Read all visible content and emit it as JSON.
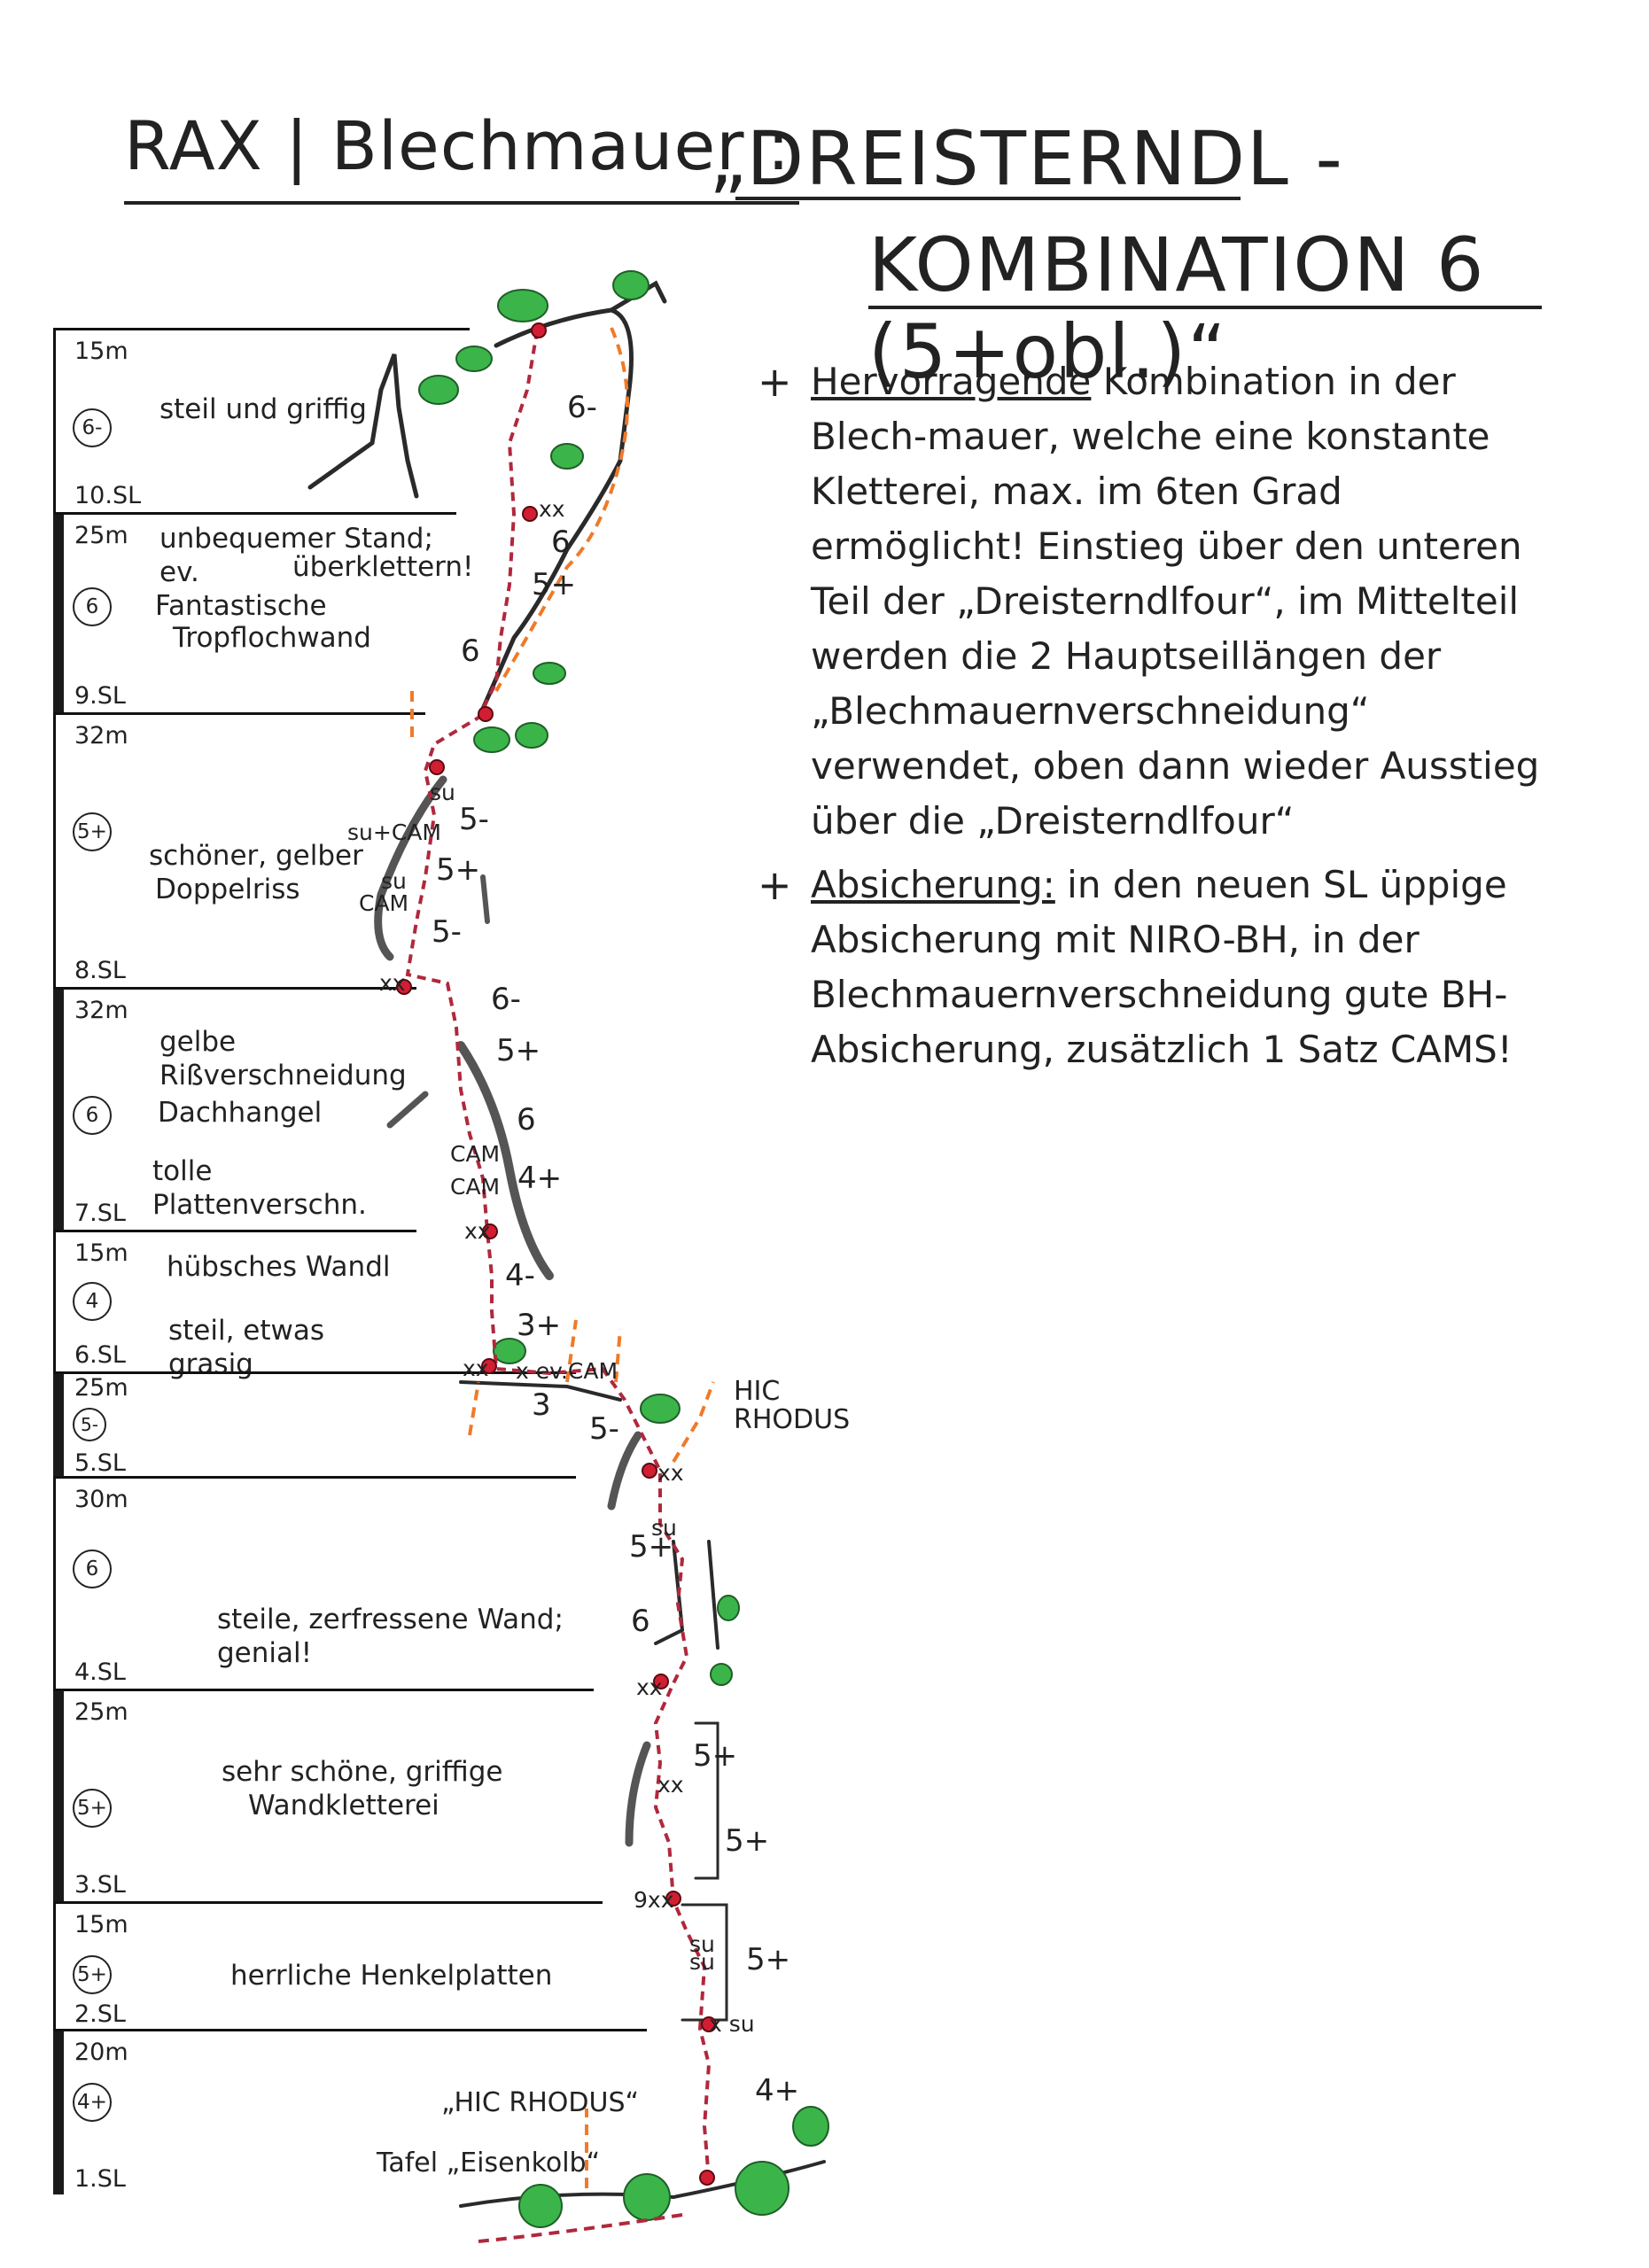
{
  "header": {
    "location": "RAX | Blechmauer :",
    "title_line1": "„DREISTERNDL -",
    "title_line2": "KOMBINATION 6 (5+obl.)“"
  },
  "notes": [
    {
      "bullet": "+",
      "key": "Hervorragende",
      "text": " Kombination in der Blech-mauer, welche eine konstante Kletterei, max. im 6ten Grad ermöglicht! Einstieg über den unteren Teil der „Dreisterndlfour“, im Mittelteil werden die 2 Hauptseillängen der „Blechmauernverschneidung“ verwendet, oben dann wieder Ausstieg über die „Dreisterndlfour“"
    },
    {
      "bullet": "+",
      "key": "Absicherung:",
      "text": " in den neuen SL üppige Absicherung mit NIRO-BH, in der Blechmauernverschneidung gute BH-Absicherung, zusätzlich 1 Satz CAMS!"
    }
  ],
  "pitches": [
    {
      "length": "15m",
      "grade": "6-",
      "sl": "10.SL",
      "desc": [
        "steil und griffig"
      ]
    },
    {
      "length": "25m",
      "grade": "6",
      "sl": "9.SL",
      "desc": [
        "unbequemer Stand; ev.",
        "überklettern!",
        "Fantastische",
        "Tropflochwand"
      ]
    },
    {
      "length": "32m",
      "grade": "5+",
      "sl": "8.SL",
      "desc": [
        "schöner, gelber",
        "Doppelriss"
      ]
    },
    {
      "length": "32m",
      "grade": "6",
      "sl": "7.SL",
      "desc": [
        "gelbe Rißverschneidung",
        "Dachhangel",
        "tolle Plattenverschn."
      ]
    },
    {
      "length": "15m",
      "grade": "4",
      "sl": "6.SL",
      "desc": [
        "hübsches Wandl",
        "steil, etwas grasig"
      ]
    },
    {
      "length": "25m",
      "grade": "5-",
      "sl": "5.SL",
      "desc": []
    },
    {
      "length": "30m",
      "grade": "6",
      "sl": "4.SL",
      "desc": [
        "steile, zerfressene Wand; genial!"
      ]
    },
    {
      "length": "25m",
      "grade": "5+",
      "sl": "3.SL",
      "desc": [
        "sehr schöne, griffige",
        "Wandkletterei"
      ]
    },
    {
      "length": "15m",
      "grade": "5+",
      "sl": "2.SL",
      "desc": [
        "herrliche Henkelplatten"
      ]
    },
    {
      "length": "20m",
      "grade": "4+",
      "sl": "1.SL",
      "desc": []
    }
  ],
  "topo": {
    "route_grades": [
      "6-",
      "6",
      "5+",
      "6",
      "5-",
      "5+",
      "5-",
      "6-",
      "5+",
      "6",
      "4+",
      "4-",
      "3+",
      "3",
      "5-",
      "5+",
      "6",
      "5+",
      "5+",
      "5+",
      "4+"
    ],
    "protection_labels": [
      "xx",
      "su",
      "su+CAM",
      "su",
      "CAM",
      "xx",
      "CAM",
      "CAM",
      "xx",
      "xx",
      "x ev.CAM",
      "xx",
      "xx",
      "su",
      "xx",
      "9xx",
      "su",
      "su",
      "x su"
    ],
    "hic_rhodus_label": "HIC\nRHODUS",
    "start_sign": "„HIC RHODUS“",
    "start_plaque": "Tafel „Eisenkolb“"
  },
  "colors": {
    "route": "#b0283c",
    "belay": "#d21e32",
    "exit_path": "#f07a2a",
    "rock": "#2a2a2a",
    "tree": "#3bb54a",
    "pitch_bar": "#1a1a1a"
  }
}
